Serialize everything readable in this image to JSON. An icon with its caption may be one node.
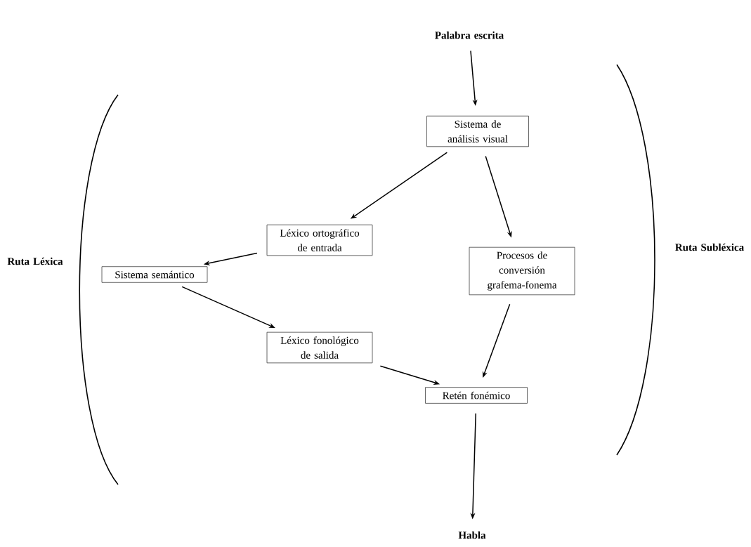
{
  "diagram": {
    "nodes": [
      {
        "text": [
          "Palabra escrita"
        ]
      },
      {
        "text": [
          "Sistema de análisis visual"
        ]
      },
      {
        "text": [
          "Léxico ortográfico de entrada"
        ]
      },
      {
        "text": [
          "Procesos de conversión grafema-fonema"
        ]
      },
      {
        "text": [
          "Sistema semántico"
        ]
      },
      {
        "text": [
          "Léxico fonológico de salida"
        ]
      },
      {
        "text": [
          "Retén fonémico"
        ]
      },
      {
        "text": [
          "Habla"
        ]
      }
    ],
    "edges": [
      {
        "from": 0,
        "to": 1,
        "arrow": "to"
      },
      {
        "from": 1,
        "to": 2,
        "arrow": "to"
      },
      {
        "from": 1,
        "to": 3,
        "arrow": "to"
      },
      {
        "from": 2,
        "to": 4,
        "arrow": "to"
      },
      {
        "from": 4,
        "to": 5,
        "arrow": "to"
      },
      {
        "from": 5,
        "to": 6,
        "arrow": "to"
      },
      {
        "from": 3,
        "to": 6,
        "arrow": "to"
      },
      {
        "from": 6,
        "to": 7,
        "arrow": "to"
      }
    ],
    "labels": [
      "Ruta Léxica",
      "Ruta Subléxica"
    ]
  }
}
